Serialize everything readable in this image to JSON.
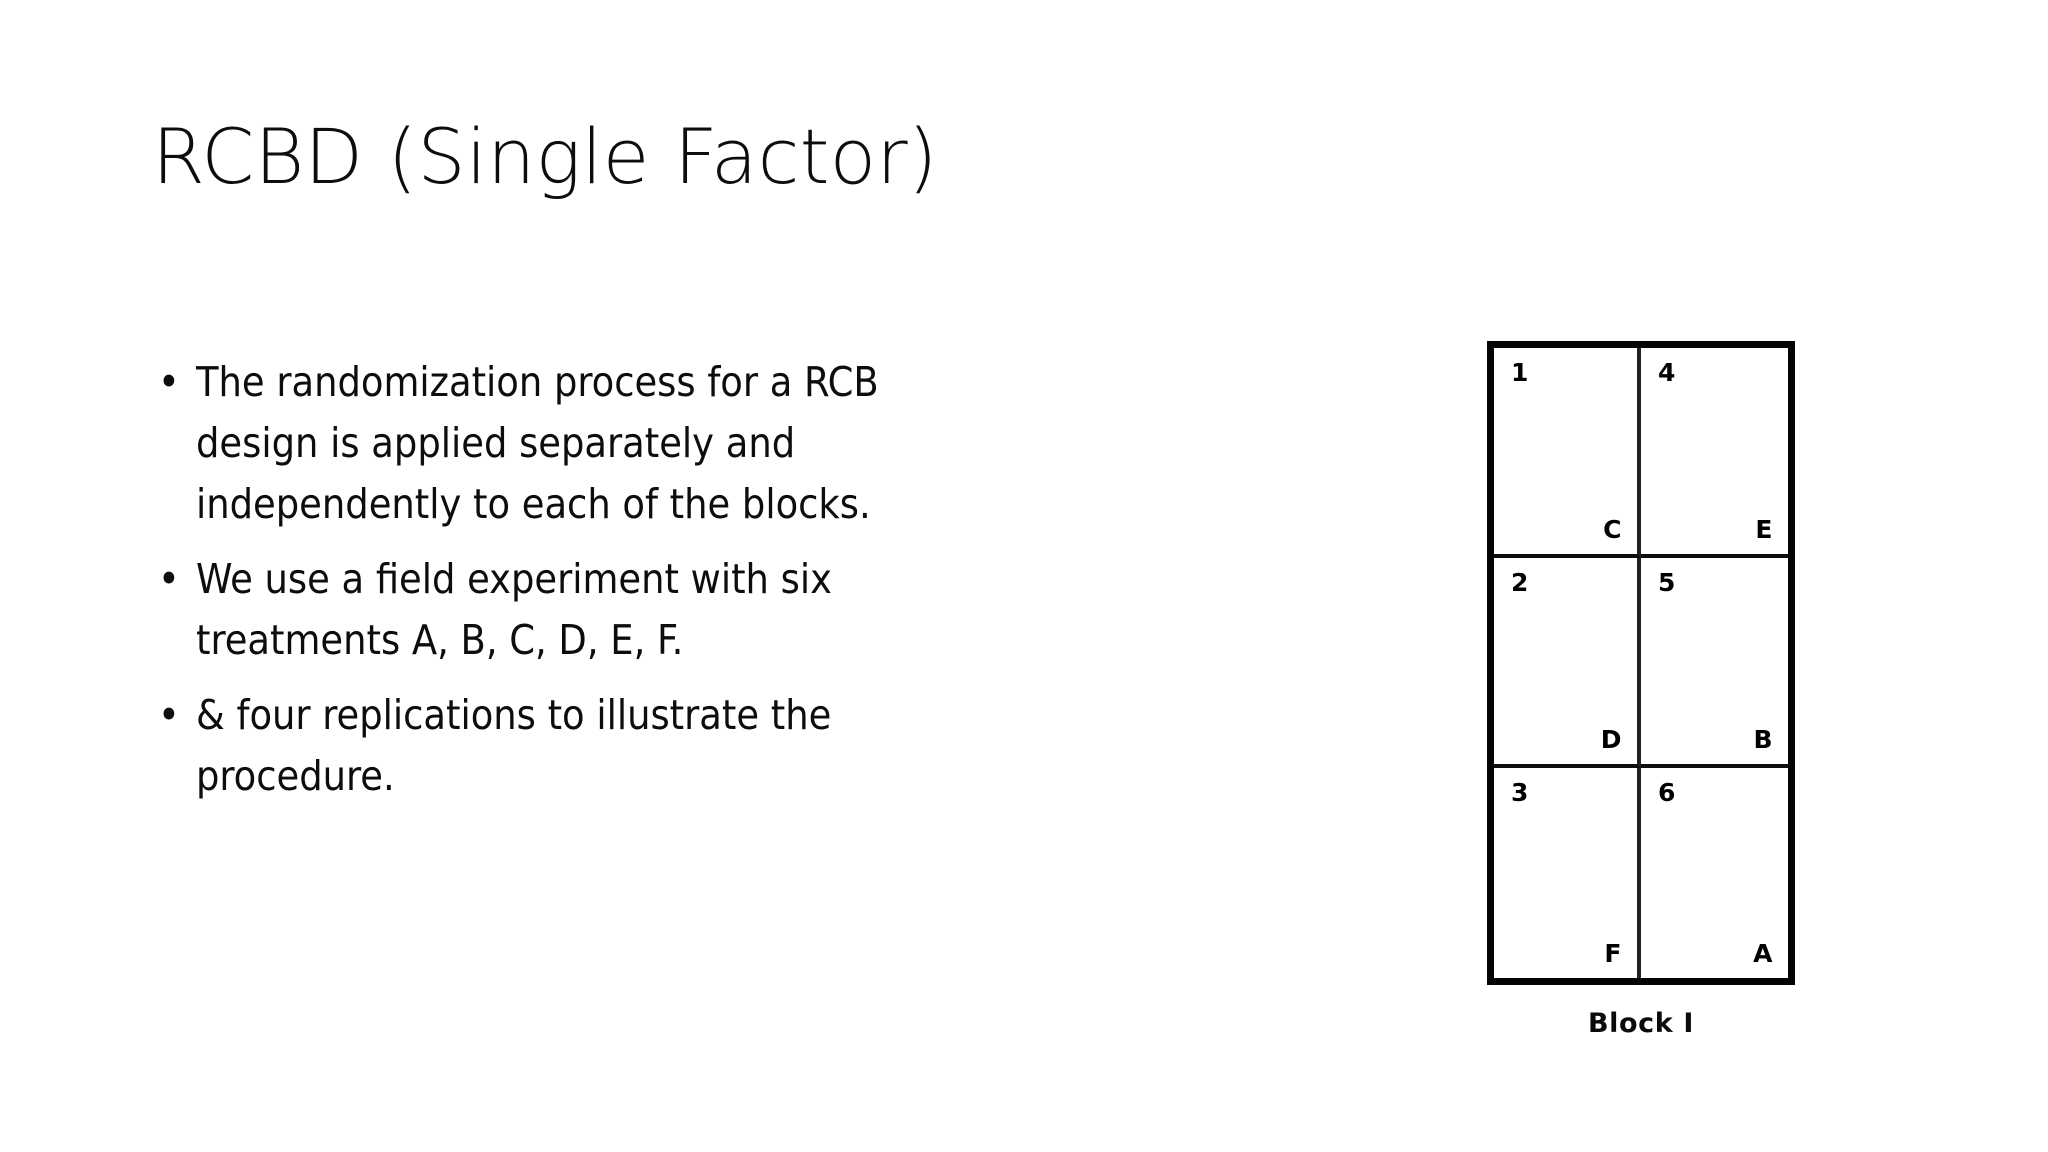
{
  "slide": {
    "title": "RCBD (Single Factor)",
    "background_color": "#ffffff",
    "text_color": "#0d0d0d",
    "bullet_marker": "•"
  },
  "body": {
    "bullets": [
      {
        "text": "The randomization process for a RCB design is applied separately and independently to each of the blocks."
      },
      {
        "text": "We use a field experiment with six treatments A, B, C, D, E, F."
      },
      {
        "text": "& four replications to illustrate the procedure."
      }
    ]
  },
  "diagram": {
    "caption": "Block I",
    "columns": 2,
    "rows": 3,
    "cells": [
      {
        "number": "1",
        "letter": "C"
      },
      {
        "number": "4",
        "letter": "E"
      },
      {
        "number": "2",
        "letter": "D"
      },
      {
        "number": "5",
        "letter": "B"
      },
      {
        "number": "3",
        "letter": "F"
      },
      {
        "number": "6",
        "letter": "A"
      }
    ]
  }
}
